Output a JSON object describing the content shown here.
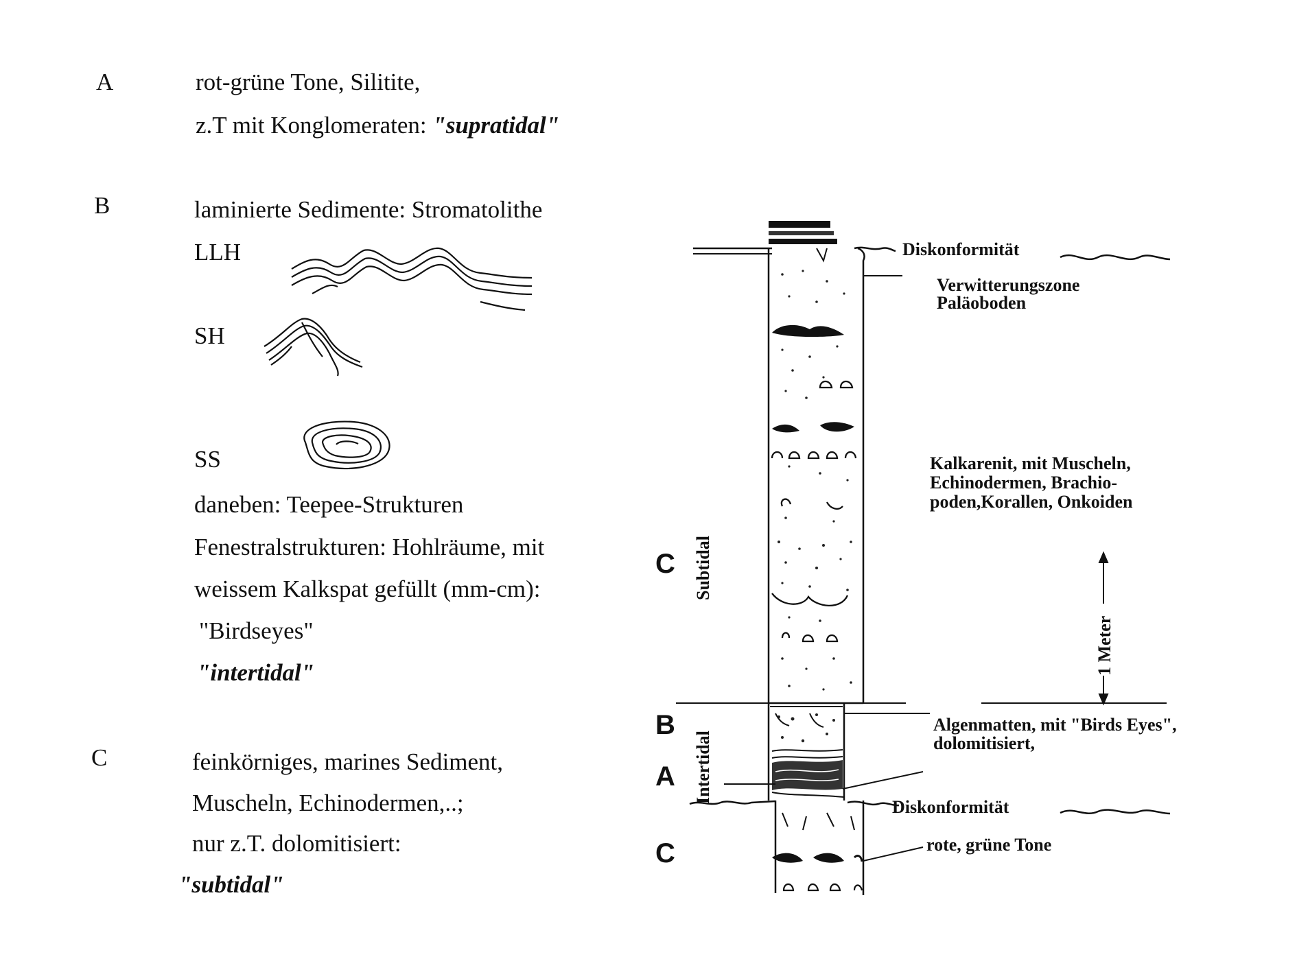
{
  "legend": {
    "A": {
      "letter": "A",
      "line1": "rot-grüne Tone, Silitite,",
      "line2_prefix": "z.T mit Konglomeraten: ",
      "line2_term": "\"supratidal\""
    },
    "B": {
      "letter": "B",
      "heading": "laminierte Sedimente: Stromatolithe",
      "llh": "LLH",
      "sh": "SH",
      "ss": "SS",
      "line_teepee": "daneben: Teepee-Strukturen",
      "line_fenestral": "Fenestralstrukturen: Hohlräume, mit",
      "line_kalkspat": "weissem Kalkspat gefüllt (mm-cm):",
      "line_birdseyes": "\"Birdseyes\"",
      "term": "\"intertidal\""
    },
    "C": {
      "letter": "C",
      "line1": "feinkörniges, marines Sediment,",
      "line2": "Muscheln, Echinodermen,..;",
      "line3": "nur z.T. dolomitisiert:",
      "term": "\"subtidal\""
    }
  },
  "column": {
    "diskonformitaet_top": "Diskonformität",
    "verwitterung_line1": "Verwitterungszone",
    "verwitterung_line2": "Paläoboden",
    "kalkarenit_line1": "Kalkarenit, mit Muscheln,",
    "kalkarenit_line2": "Echinodermen, Brachio-",
    "kalkarenit_line3": "poden,Korallen, Onkoiden",
    "scale": "1 Meter",
    "algen_line1": "Algenmatten, mit \"Birds Eyes\",",
    "algen_line2": "dolomitisiert,",
    "diskonformitaet_bottom": "Diskonformität",
    "rote_tone": "rote, grüne Tone",
    "zone_c_upper": "C",
    "zone_subtidal": "Subtidal",
    "zone_b": "B",
    "zone_a": "A",
    "zone_intertidal": "Intertidal",
    "zone_c_lower": "C"
  }
}
